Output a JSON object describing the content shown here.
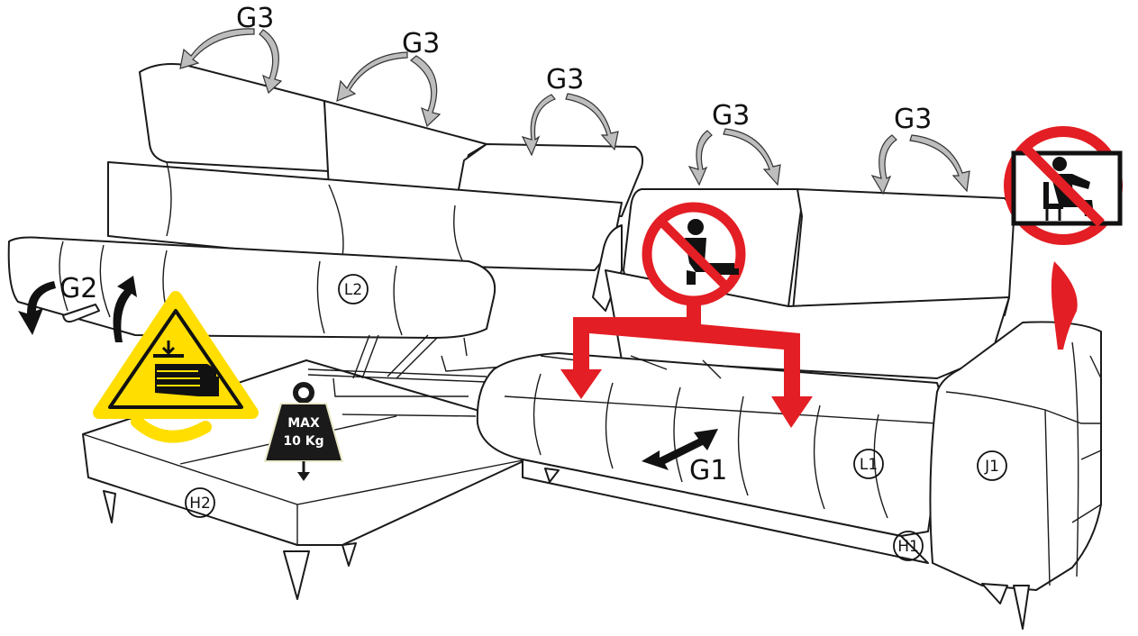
{
  "labels": {
    "g3": "G3",
    "g2": "G2",
    "g1": "G1",
    "l1": "L1",
    "l2": "L2",
    "h1": "H1",
    "h2": "H2",
    "j1": "J1"
  },
  "weight": {
    "line1": "MAX",
    "line2": "10 Kg"
  },
  "colors": {
    "prohibition_red": "#e31e24",
    "warning_yellow": "#ffde00",
    "outline": "#1a1a1a",
    "arrow_gray": "#bdbdbd",
    "weight_body": "#1a1a1a"
  },
  "icons": [
    "no-sitting-on-backrest-icon",
    "no-sitting-on-headrest-icon",
    "hand-crush-warning-icon",
    "max-weight-icon",
    "rotate-arrow-icon"
  ]
}
